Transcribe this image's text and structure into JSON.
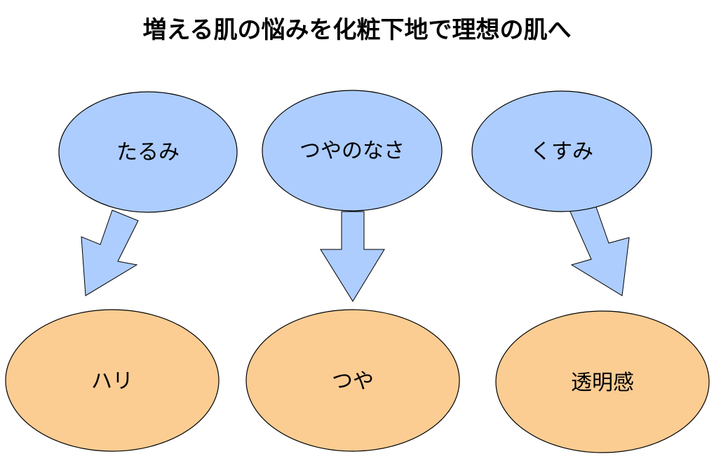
{
  "title": "増える肌の悩みを化粧下地で理想の肌へ",
  "colors": {
    "problem_fill": "#adcdfe",
    "result_fill": "#fbcd93",
    "arrow_fill": "#adcdfe",
    "stroke": "#000000"
  },
  "columns": [
    {
      "problem": "たるみ",
      "result": "ハリ"
    },
    {
      "problem": "つやのなさ",
      "result": "つや"
    },
    {
      "problem": "くすみ",
      "result": "透明感"
    }
  ]
}
